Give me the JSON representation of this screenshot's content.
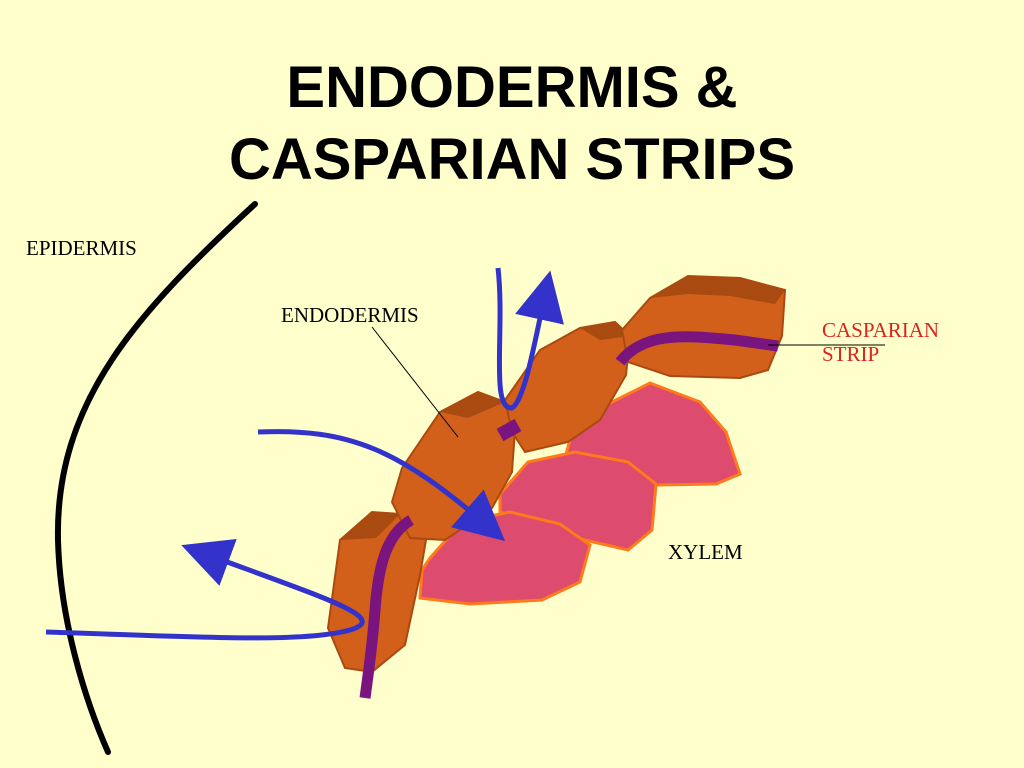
{
  "title": {
    "line1": "ENDODERMIS &",
    "line2": "CASPARIAN STRIPS"
  },
  "labels": {
    "epidermis": "EPIDERMIS",
    "endodermis": "ENDODERMIS",
    "casparian_line1": "CASPARIAN",
    "casparian_line2": "STRIP",
    "xylem": "XYLEM"
  },
  "colors": {
    "background": "#ffffcc",
    "endodermis_cell": "#d2601a",
    "endodermis_cell_dark": "#a94a10",
    "xylem_fill": "#dd4b6e",
    "xylem_outline": "#ff7a1a",
    "casparian_strip": "#7a1580",
    "water_path": "#3333cc",
    "epidermis_line": "#000000",
    "casparian_label": "#dd2222"
  }
}
